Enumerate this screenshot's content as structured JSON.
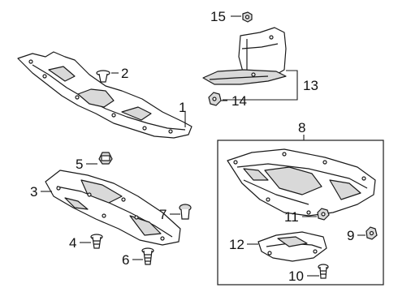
{
  "diagram": {
    "type": "parts-exploded-view",
    "callouts": [
      {
        "id": "c1",
        "label": "1"
      },
      {
        "id": "c2",
        "label": "2"
      },
      {
        "id": "c3",
        "label": "3"
      },
      {
        "id": "c4",
        "label": "4"
      },
      {
        "id": "c5",
        "label": "5"
      },
      {
        "id": "c6",
        "label": "6"
      },
      {
        "id": "c7",
        "label": "7"
      },
      {
        "id": "c8",
        "label": "8"
      },
      {
        "id": "c9",
        "label": "9"
      },
      {
        "id": "c10",
        "label": "10"
      },
      {
        "id": "c11",
        "label": "11"
      },
      {
        "id": "c12",
        "label": "12"
      },
      {
        "id": "c13",
        "label": "13"
      },
      {
        "id": "c14",
        "label": "14"
      },
      {
        "id": "c15",
        "label": "15"
      }
    ],
    "parts": [
      {
        "name": "upper-radiator-support-cover"
      },
      {
        "name": "push-clip"
      },
      {
        "name": "front-under-cover"
      },
      {
        "name": "screw"
      },
      {
        "name": "clip-nut"
      },
      {
        "name": "bolt"
      },
      {
        "name": "retainer"
      },
      {
        "name": "engine-under-cover-group"
      },
      {
        "name": "nut"
      },
      {
        "name": "bolt"
      },
      {
        "name": "clip"
      },
      {
        "name": "rear-under-cover"
      },
      {
        "name": "splash-shield-assembly"
      },
      {
        "name": "clip"
      },
      {
        "name": "nut"
      }
    ]
  },
  "colors": {
    "line": "#1a1a1a",
    "part_fill": "#ffffff",
    "shade": "#d9d9d9",
    "background": "#ffffff"
  }
}
